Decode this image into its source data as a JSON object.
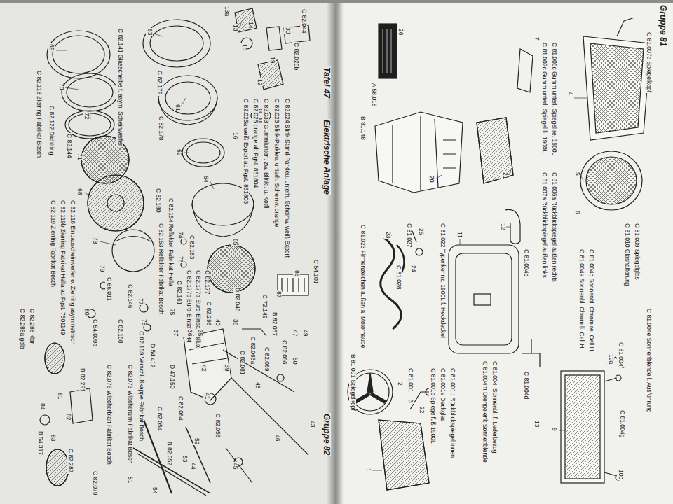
{
  "diagram": {
    "labels": [
      "Tafel 47",
      "Elektrische Anlage",
      "Gruppe 82",
      "C 82.044",
      "30",
      "C 82.025b",
      "13a",
      "13",
      "14",
      "15",
      "19",
      "12",
      "16",
      "C 82.024 Blink-Stand-Parkleu. unterh. Scheinw. weiß Export",
      "C 82.023 Blink-Parkleu. unterh. Scheinw. orange",
      "C 82.033 Gummiunterl. zw. Blinkl. u. Kotfl.",
      "C 82.025 orange ab Fgst. 851804",
      "C 82.025a weiß Export ab Fgst. 851803",
      "63",
      "C 82.179",
      "C 82.141 Glasscheibe f. asym. Scheinwerfer",
      "69",
      "70",
      "C 82.118 Zierring Fabrikat Bosch",
      "C 82.122 Dichtring",
      "72",
      "C 82.144",
      "71",
      "C 82.178",
      "61",
      "62",
      "C 82.180",
      "C 82.154 Reflektor Fabrikat Hella",
      "C 82.153 Reflektor Fabrikat Bosch",
      "64",
      "C 82.183",
      "65",
      "C 82.177",
      "C 82.177a Euro-Einsatz Bilux",
      "C 82.177c Euro-Einsatz H4",
      "74",
      "76",
      "C 82.161",
      "75",
      "C 82.146",
      "68",
      "C 82.116 Einbauscheinwerfer o. Zierring asymmetrisch",
      "C 82.119b Zierring Fabrikat Hella ab Fgst. 7501149",
      "C 82.119 Zierring Fabrikat Bosch",
      "73",
      "79",
      "C 66.011",
      "77",
      "C 82.158",
      "78",
      "C 82.159 Verschlußkappe Fabrikat Bosch",
      "D 54.412",
      "80",
      "C 54.009a",
      "C 82.288 klar",
      "C 82.288a gelb",
      "C 82.073 Wischerarm Fabrikat Bosch",
      "C 82.076 Wischerblatt Fabrikat Bosch",
      "B 82.291",
      "81",
      "82",
      "83",
      "84",
      "B 54.317",
      "C 82.287",
      "51",
      "52",
      "53",
      "54",
      "C 82.079",
      "C 82.054",
      "B 82.052",
      "C 82.055",
      "C 54.101",
      "86",
      "87",
      "C 72.149",
      "D 82.048",
      "B 82.067",
      "C 82.056",
      "50",
      "47",
      "49",
      "C 82.063a",
      "C 82.081",
      "C 82.069",
      "48",
      "C 82.296",
      "D 47.150",
      "37",
      "C 82.064",
      "36",
      "35",
      "40",
      "39",
      "38",
      "41",
      "42",
      "45",
      "46",
      "44",
      "43",
      "Gruppe 81",
      "C 81.007d Spiegelkopf",
      "7",
      "C 81.006c Gummiunterl. Spiegel re. 1900L",
      "C 81.007c Gummiunterl. Spiegel li. 1900L",
      "C 81.006a Rückblickspiegel außen rechts",
      "C 81.007a Rückblickspiegel außen links",
      "4",
      "5",
      "6",
      "C 81.009 Spiegelglas",
      "C 81.010 Glashalterung",
      "C 81.004e Sonnenblende l. Ausführung",
      "C 81.004b Sonnenbl. Chrom re. Cell.H.",
      "C 81.004a Sonnenbl. Chrom li. Cell.H.",
      "C 81.004f",
      "10a",
      "C 81.004g",
      "10b",
      "9",
      "C 81.004c",
      "12",
      "11",
      "C 81.004i Sonnenbl. f. Lederbezug",
      "C 81.004m Drehgelenk Sonnenblende",
      "C 81.004d",
      "13",
      "C 81.022 Typenkennz. 1900L f. Heckdeckel",
      "C 81.001b Rückblickspiegel innen",
      "C 81.001e Deckglas",
      "C 81.001c Spiegelfuß 1900L",
      "C 81.001",
      "3",
      "2",
      "22",
      "C 81.027",
      "25",
      "C 81.028",
      "24",
      "23",
      "C 81.023 Firmenzeichen außen a. Motorhaube",
      "B 81.001 Spiegelkopf",
      "1",
      "B 81.148",
      "26",
      "A 58.018",
      "20",
      "21"
    ]
  }
}
